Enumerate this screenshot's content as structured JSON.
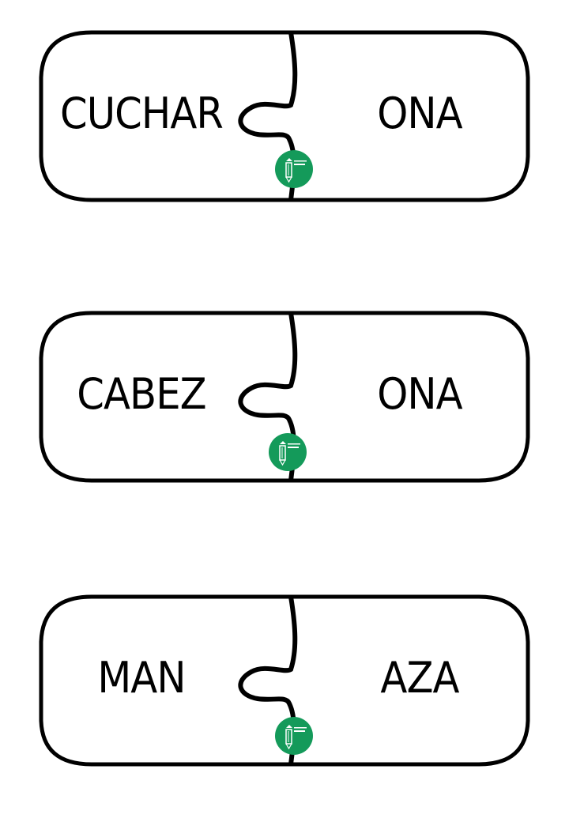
{
  "cards": [
    {
      "left": "CUCHAR",
      "right": "ONA",
      "logo": "andujar"
    },
    {
      "left": "CABEZ",
      "right": "ONA",
      "logo": "andujar"
    },
    {
      "left": "MAN",
      "right": "AZA",
      "logo": "andujar"
    }
  ],
  "colors": {
    "outline": "#000000",
    "logo_green": "#149a5a",
    "background": "#ffffff"
  },
  "icons": {
    "logo": "pencil-logo-icon"
  }
}
